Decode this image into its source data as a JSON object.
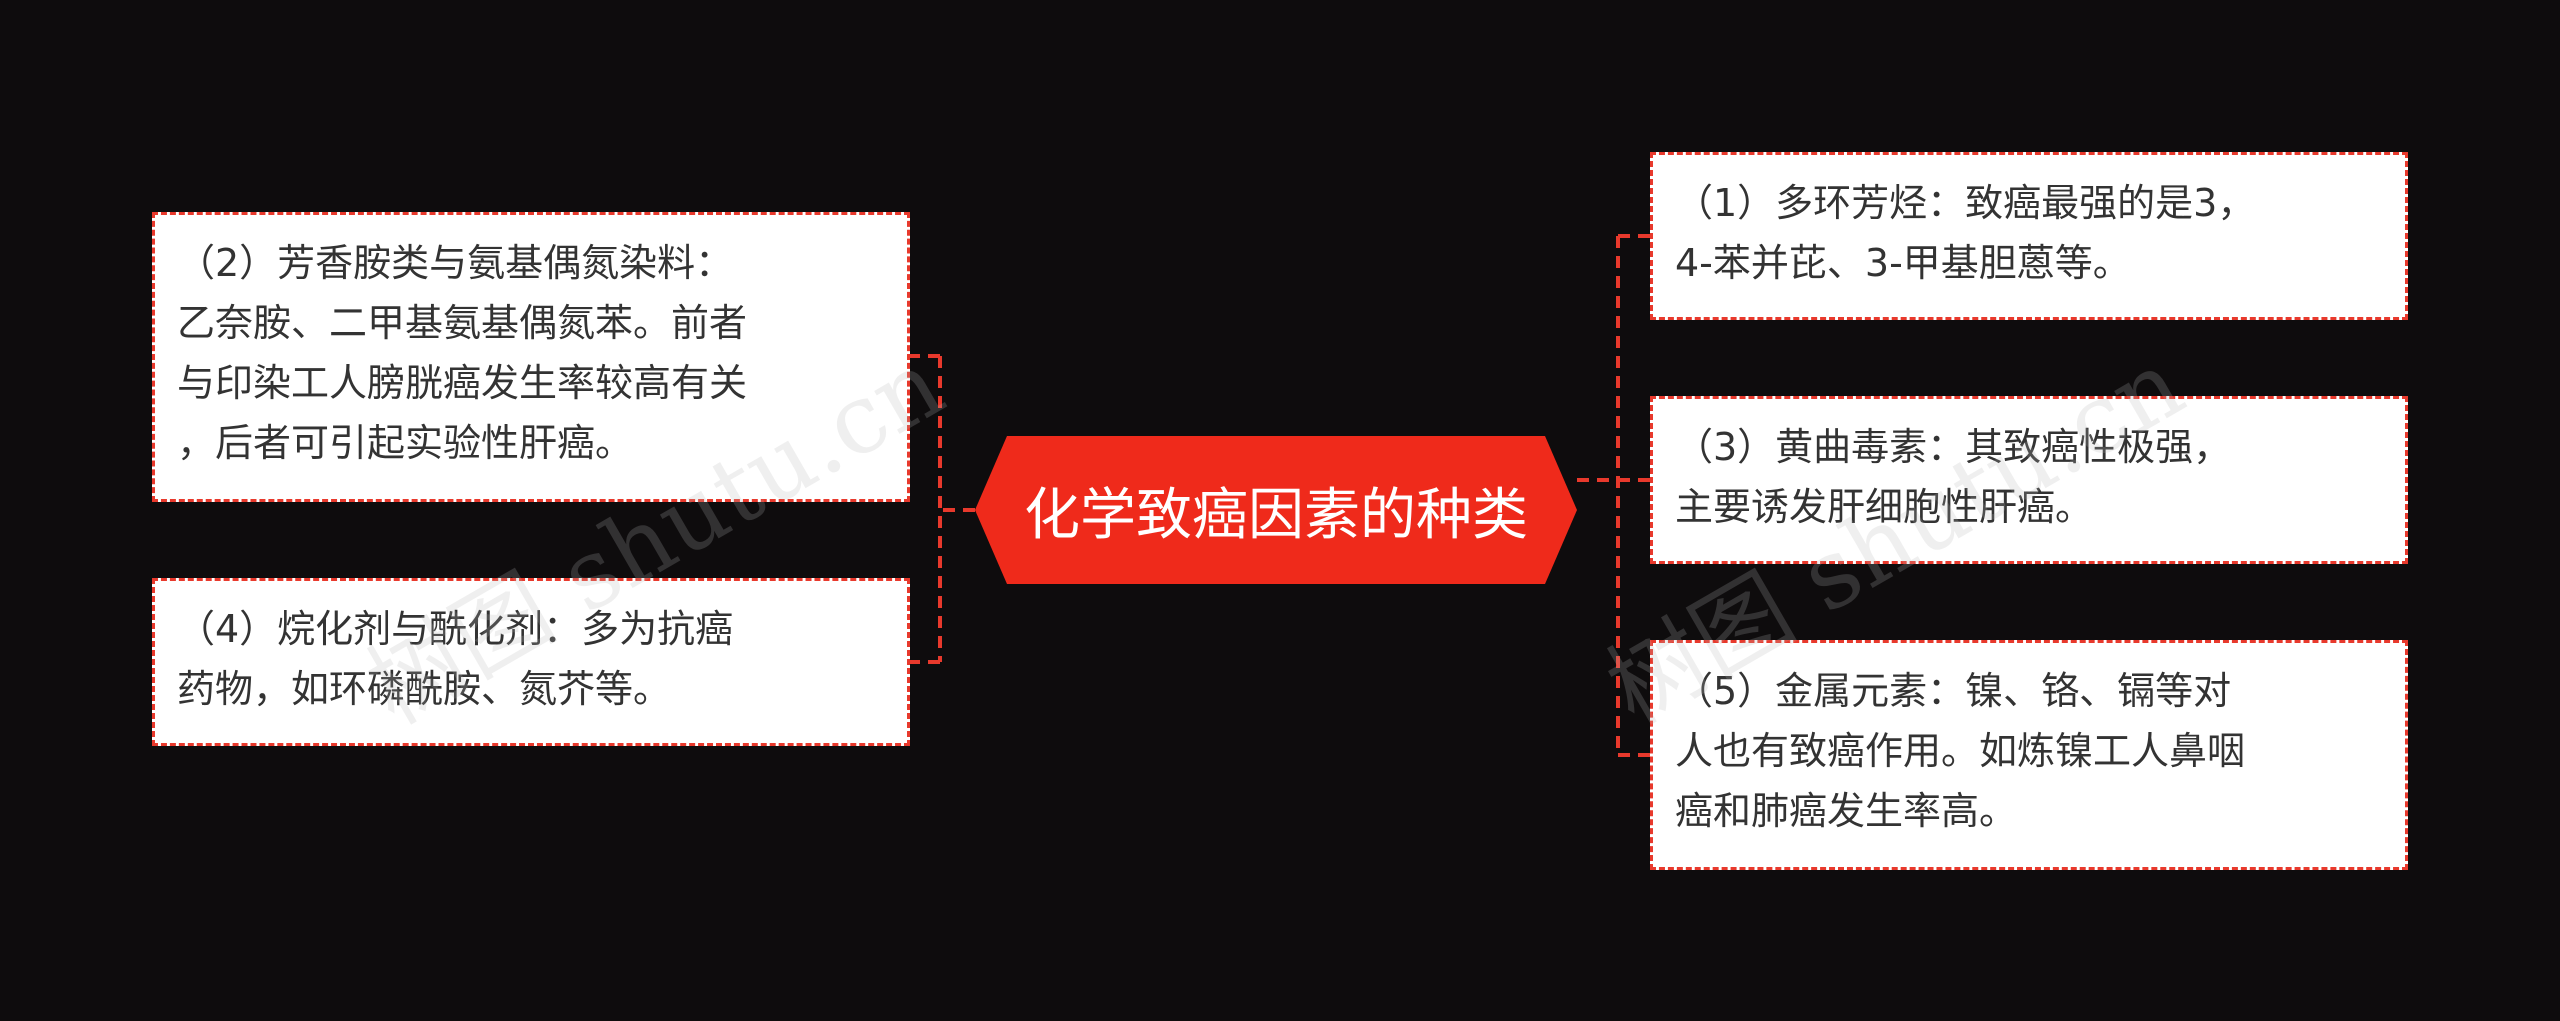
{
  "center": {
    "title": "化学致癌因素的种类",
    "color": "#ef2a1b"
  },
  "left_nodes": [
    {
      "id": "node-2",
      "lines": [
        "（2）芳香胺类与氨基偶氮染料：",
        "乙奈胺、二甲基氨基偶氮苯。前者",
        "与印染工人膀胱癌发生率较高有关",
        "，后者可引起实验性肝癌。"
      ]
    },
    {
      "id": "node-4",
      "lines": [
        "（4）烷化剂与酰化剂：多为抗癌",
        "药物，如环磷酰胺、氮芥等。"
      ]
    }
  ],
  "right_nodes": [
    {
      "id": "node-1",
      "lines": [
        "（1）多环芳烃：致癌最强的是3，",
        "4-苯并芘、3-甲基胆蒽等。"
      ]
    },
    {
      "id": "node-3",
      "lines": [
        "（3）黄曲毒素：其致癌性极强，",
        "主要诱发肝细胞性肝癌。"
      ]
    },
    {
      "id": "node-5",
      "lines": [
        "（5）金属元素：镍、铬、镉等对",
        "人也有致癌作用。如炼镍工人鼻咽",
        "癌和肺癌发生率高。"
      ]
    }
  ],
  "watermark": {
    "text": "树图 shutu.cn"
  },
  "colors": {
    "background": "#0e0c0d",
    "connector": "#e8392c",
    "node_border": "#e8392c",
    "node_bg": "#ffffff",
    "node_text": "#333333"
  }
}
